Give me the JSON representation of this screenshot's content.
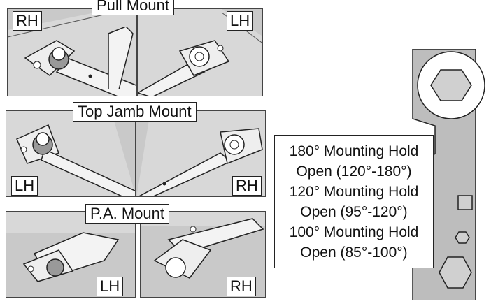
{
  "panels": {
    "pull": {
      "title": "Pull Mount",
      "left_tag": "RH",
      "right_tag": "LH"
    },
    "top_jamb": {
      "title": "Top Jamb Mount",
      "left_tag": "LH",
      "right_tag": "RH"
    },
    "pa": {
      "title": "P.A. Mount",
      "left_tag": "LH",
      "right_tag": "RH"
    }
  },
  "spec": {
    "line1": "180° Mounting Hold",
    "line2": "Open (120°-180°)",
    "line3": "120° Mounting Hold",
    "line4": "Open (95°-120°)",
    "line5": "100° Mounting Hold",
    "line6": "Open (85°-100°)"
  },
  "colors": {
    "panel_bg": "#c9c9c9",
    "wrench_fill": "#bdbdbd",
    "line": "#222222"
  }
}
